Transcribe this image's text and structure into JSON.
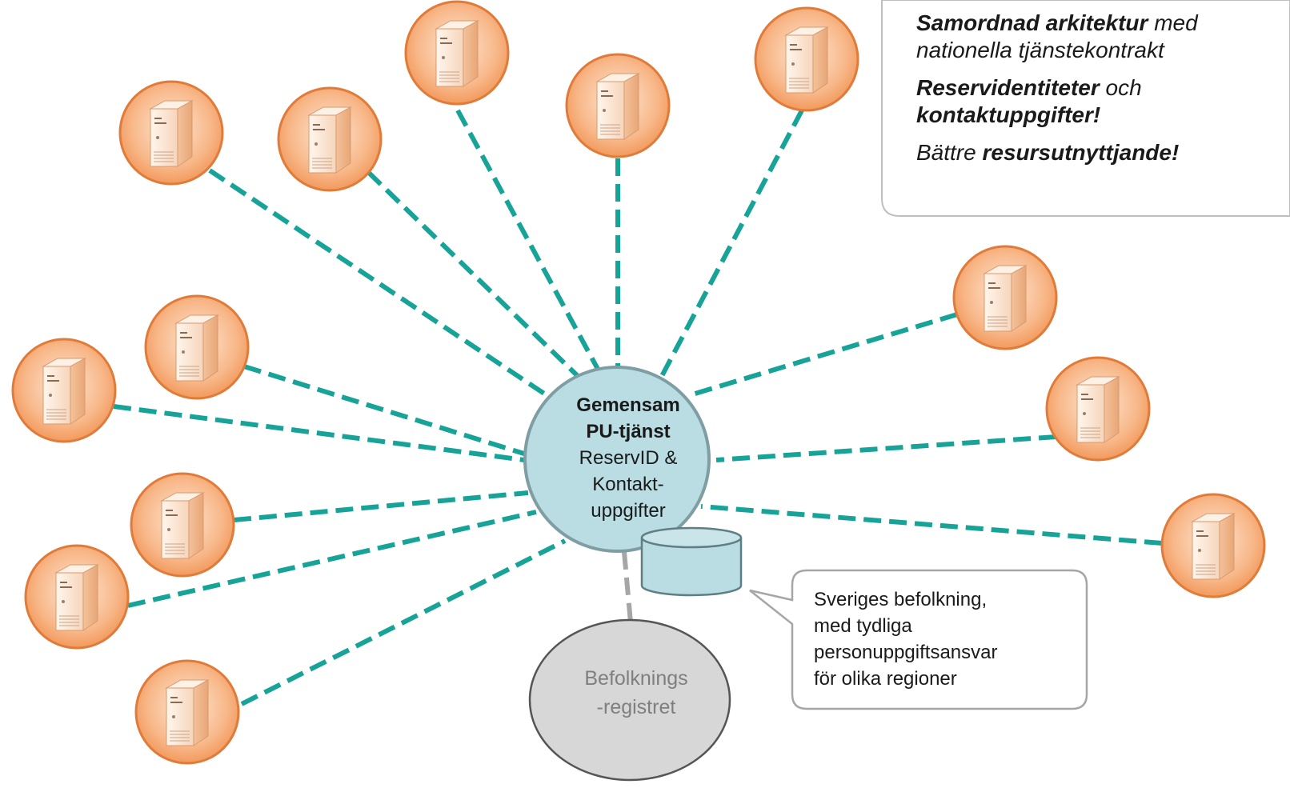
{
  "hub": {
    "title_line1": "Gemensam",
    "title_line2": "PU-tjänst",
    "line3": "ReservID &",
    "line4": "Kontakt-",
    "line5": "uppgifter",
    "fill": "#b9dde3",
    "stroke": "#7f9ea3"
  },
  "registry": {
    "line1": "Befolknings",
    "line2": "-registret",
    "fill": "#d7d7d7",
    "stroke": "#555555"
  },
  "database": {
    "icon": "database-cylinder-icon",
    "fill": "#b9dde3"
  },
  "callout": {
    "line1": "Sveriges befolkning,",
    "line2": "med tydliga",
    "line3": "personuppgiftsansvar",
    "line4": "för olika regioner"
  },
  "benefits": {
    "item1_bold": "Samordnad arkitektur",
    "item1_rest": " med",
    "item1_line2": "nationella tjänstekontrakt",
    "item2_bold": "Reservidentiteter",
    "item2_rest": " och",
    "item2_line2": "kontaktuppgifter!",
    "item3_plain": "Bättre ",
    "item3_bold": "resursutnyttjande!"
  },
  "node_icon": "server-icon",
  "colors": {
    "connector": "#17a398",
    "registry_link": "#a6a6a6",
    "node_fill": "#f5a870",
    "node_stroke": "#e07b39"
  }
}
